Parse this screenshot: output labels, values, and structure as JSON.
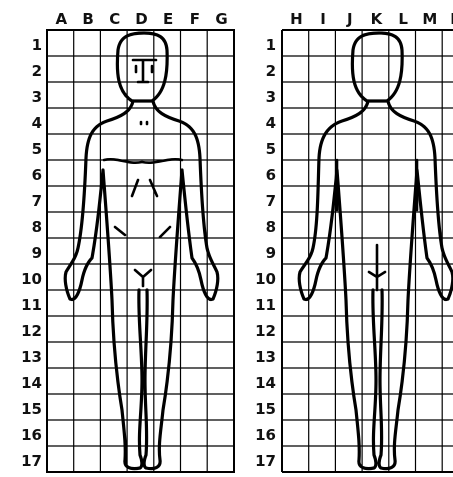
{
  "front_panel": {
    "columns": [
      "A",
      "B",
      "C",
      "D",
      "E",
      "F",
      "G"
    ],
    "rows": [
      "1",
      "2",
      "3",
      "4",
      "5",
      "6",
      "7",
      "8",
      "9",
      "10",
      "11",
      "12",
      "13",
      "14",
      "15",
      "16",
      "17"
    ]
  },
  "back_panel": {
    "columns": [
      "H",
      "I",
      "J",
      "K",
      "L",
      "M",
      "N"
    ],
    "rows": [
      "1",
      "2",
      "3",
      "4",
      "5",
      "6",
      "7",
      "8",
      "9",
      "10",
      "11",
      "12",
      "13",
      "14",
      "15",
      "16",
      "17"
    ]
  },
  "colors": {
    "line": "#000000",
    "background": "#ffffff"
  }
}
